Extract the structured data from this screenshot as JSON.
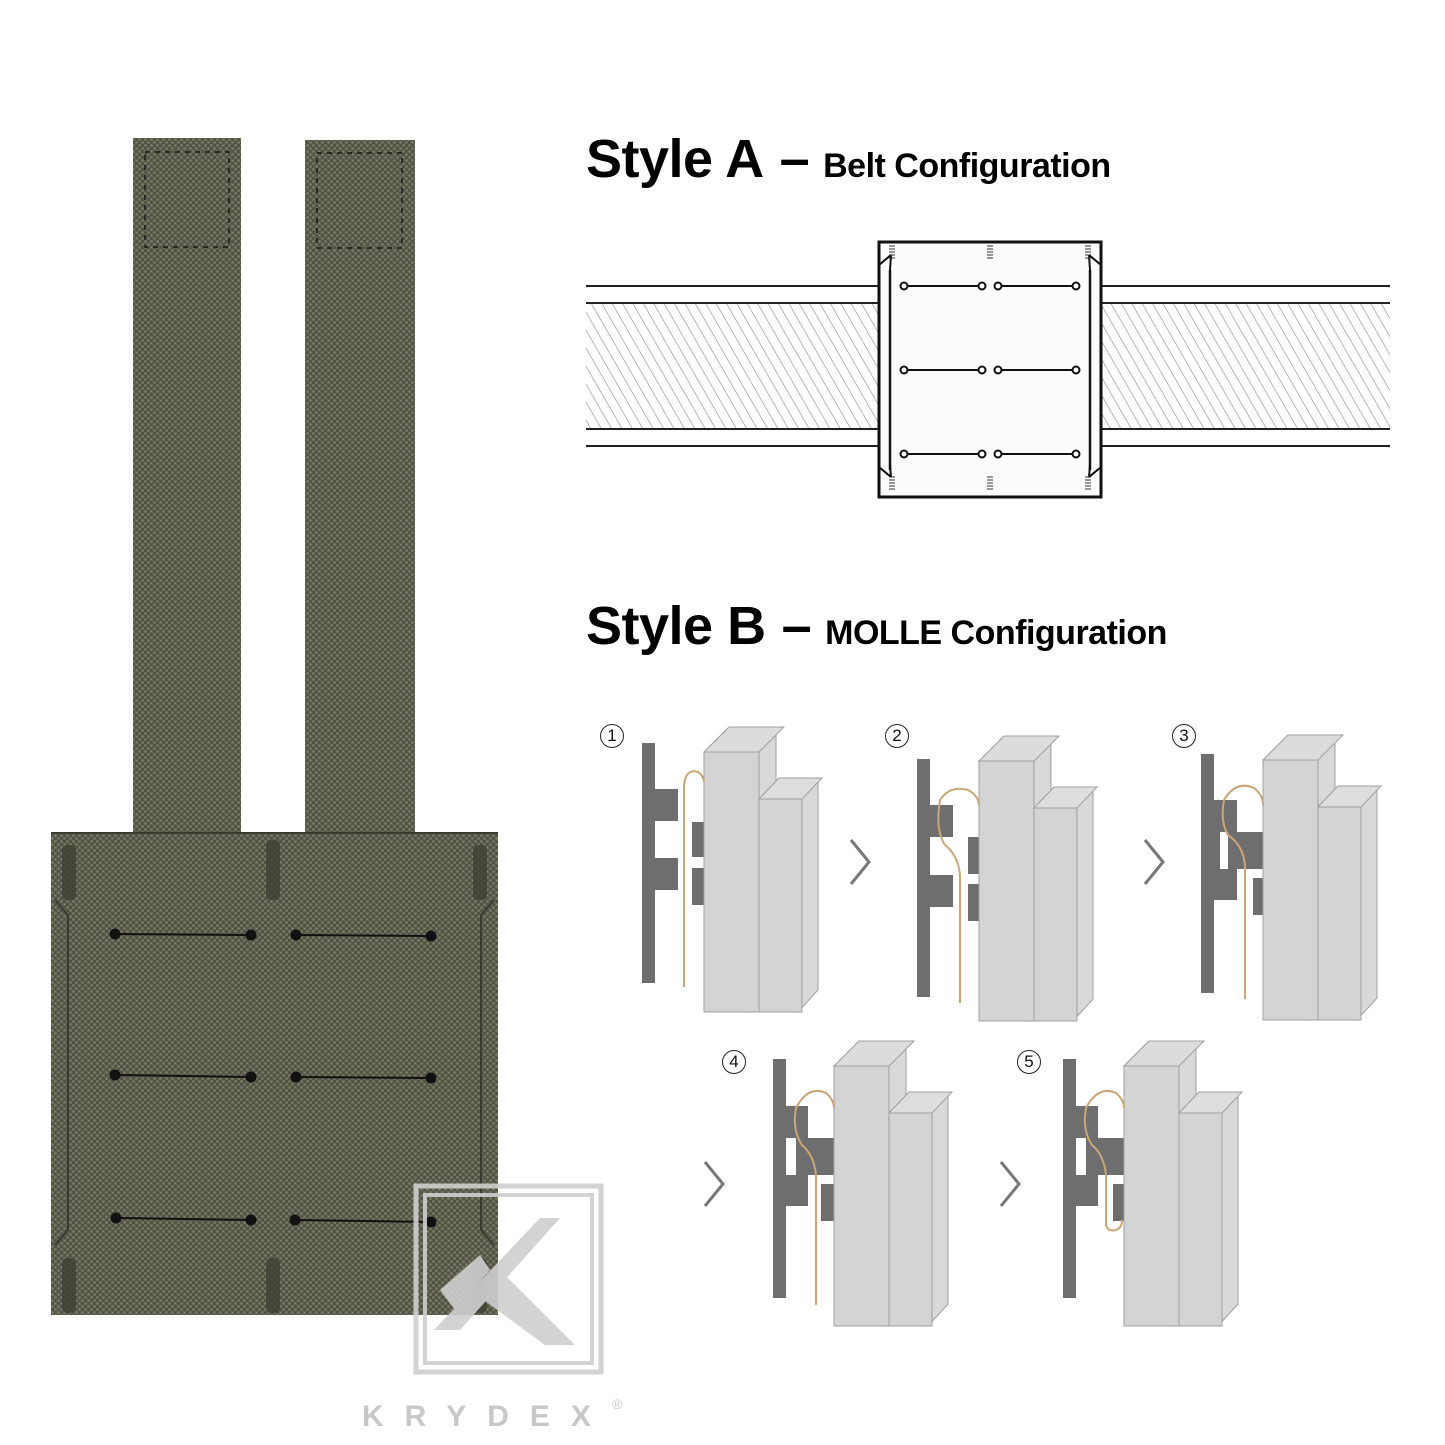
{
  "style_a": {
    "label": "Style A",
    "dash": "–",
    "subtitle": "Belt  Configuration"
  },
  "style_b": {
    "label": "Style B",
    "dash": "–",
    "subtitle": "MOLLE Configuration"
  },
  "steps": [
    {
      "number": "①"
    },
    {
      "number": "②"
    },
    {
      "number": "③"
    },
    {
      "number": "④"
    },
    {
      "number": "⑤"
    }
  ],
  "step_arrow_glyph": "›",
  "brand": {
    "name": "KRYDEX",
    "registered": "®"
  },
  "colors": {
    "fabric_ranger_green": "#5d5d4e",
    "fabric_dark": "#4a4a3e",
    "panel_gray": "#6e6e6e",
    "box_light_gray": "#d4d4d4",
    "cord_tan": "#c9a676",
    "watermark_gray": "#c8c8c8"
  }
}
